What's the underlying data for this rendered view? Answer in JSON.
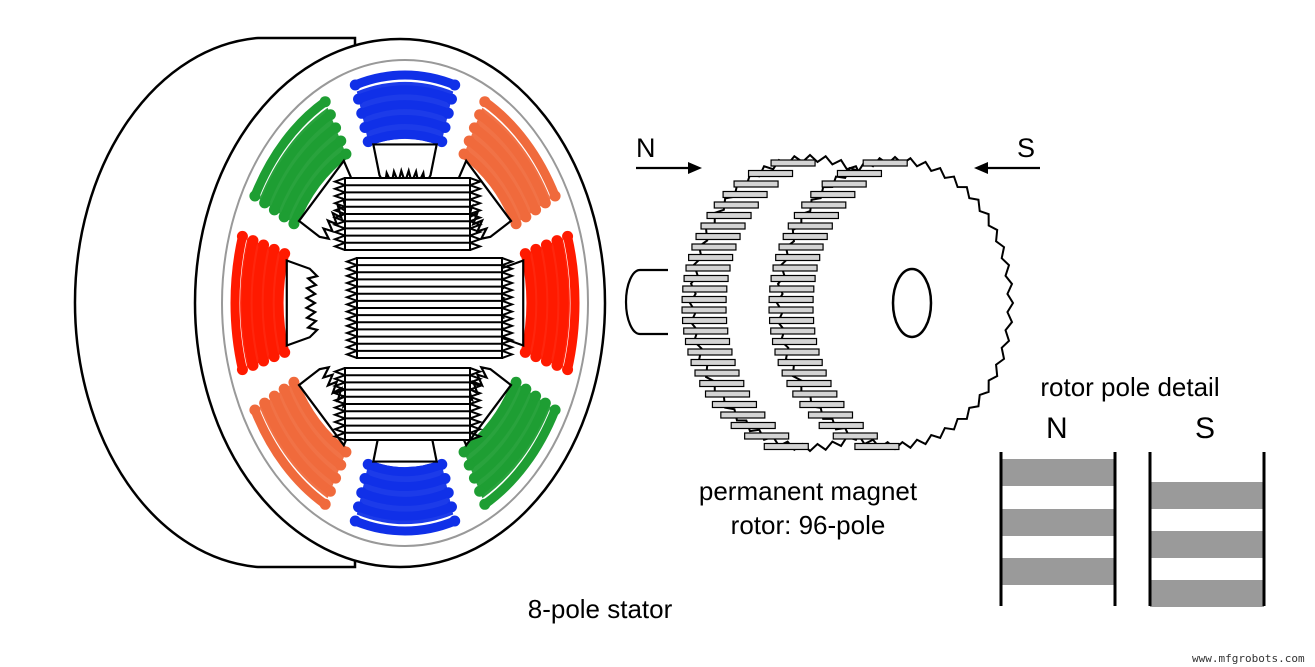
{
  "labels": {
    "stator_caption": "8-pole stator",
    "rotor_caption_line1": "permanent magnet",
    "rotor_caption_line2": "rotor: 96-pole",
    "pole_detail_title": "rotor pole detail",
    "pole_n": "N",
    "pole_s": "S",
    "arrow_n": "N",
    "arrow_s": "S",
    "watermark": "www.mfgrobots.com"
  },
  "colors": {
    "phase_blue": "#1030e8",
    "phase_orange": "#f06a3c",
    "phase_green": "#1e9e33",
    "phase_red": "#ff1a00",
    "pole_stripe_gray": "#9a9a9a",
    "lamination_gray": "#d4d4d4"
  },
  "stator": {
    "poles": 8
  },
  "rotor": {
    "poles": 96
  }
}
